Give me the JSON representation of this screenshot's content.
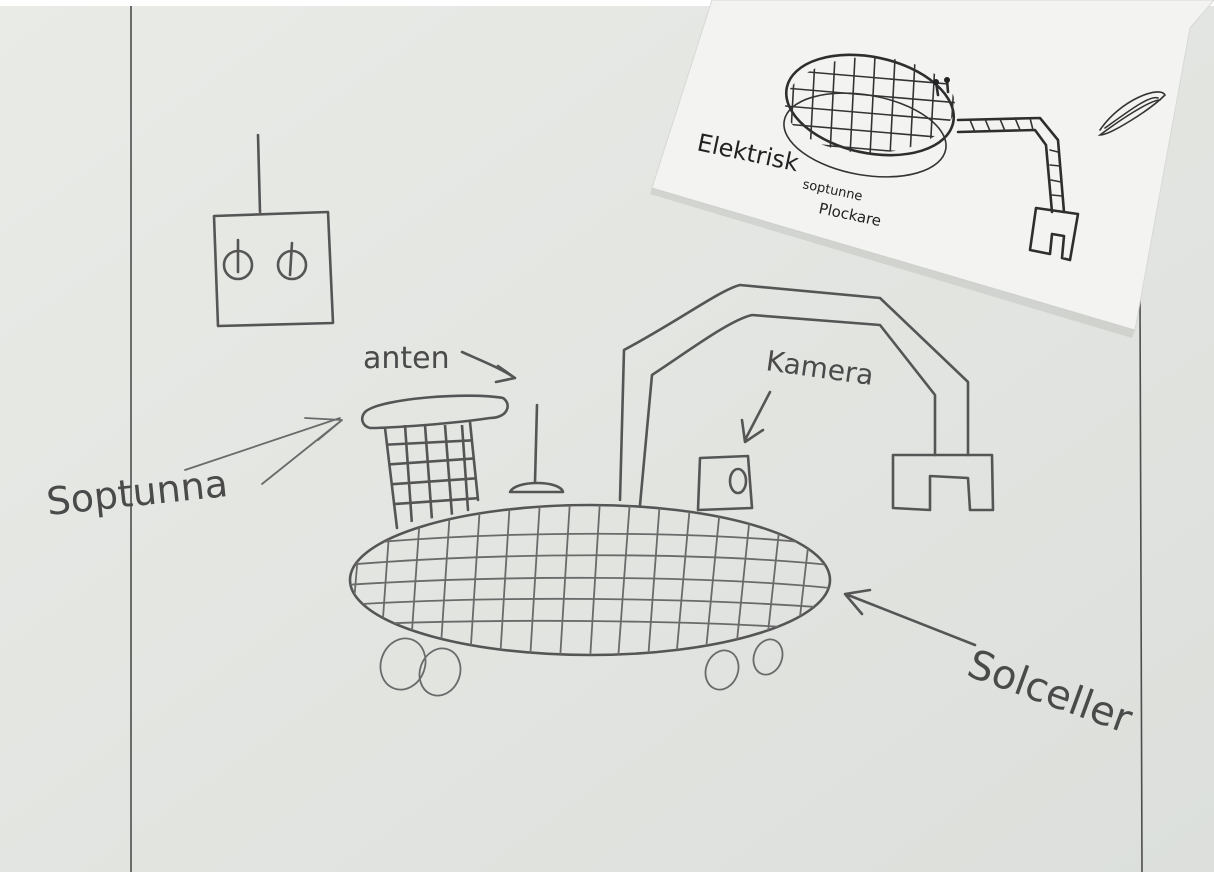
{
  "labels": {
    "soptunna": "Soptunna",
    "antenna": "anten",
    "camera": "Kamera",
    "solar_cells": "Solceller"
  },
  "inset": {
    "line1": "Elektrisk",
    "line2": "soptunne",
    "line3": "Plockare"
  },
  "colors": {
    "paper": "#e4e6e2",
    "pencil": "#555555",
    "inset_paper": "#f3f4f2",
    "ink": "#2e2e2e"
  }
}
